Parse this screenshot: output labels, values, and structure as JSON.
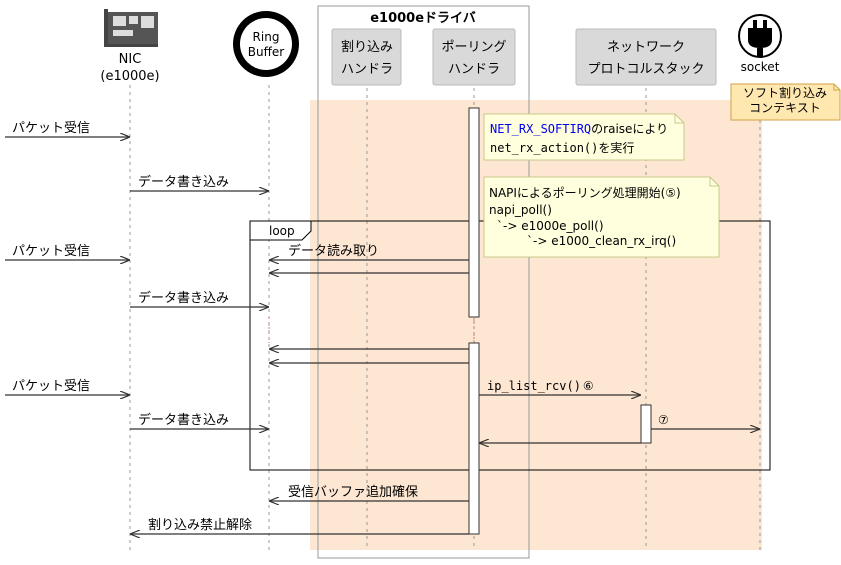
{
  "participants": {
    "nic_label": "NIC",
    "nic_sub": "(e1000e)",
    "ring_line1": "Ring",
    "ring_line2": "Buffer",
    "driver_box_title": "e1000eドライバ",
    "irq_line1": "割り込み",
    "irq_line2": "ハンドラ",
    "poll_line1": "ポーリング",
    "poll_line2": "ハンドラ",
    "net_line1": "ネットワーク",
    "net_line2": "プロトコルスタック",
    "socket_label": "socket"
  },
  "softirq_note": {
    "line1": "ソフト割り込み",
    "line2": "コンテキスト"
  },
  "loop_label": "loop",
  "messages": {
    "packet_recv_1": "パケット受信",
    "data_write_1": "データ書き込み",
    "packet_recv_2": "パケット受信",
    "data_read": "データ読み取り",
    "data_write_2": "データ書き込み",
    "packet_recv_3": "パケット受信",
    "ip_list_rcv": "ip_list_rcv()",
    "ip_list_num": "⑥",
    "num7": "⑦",
    "data_write_3": "データ書き込み",
    "recv_buffer_add": "受信バッファ追加確保",
    "irq_unmask": "割り込み禁止解除"
  },
  "note1": {
    "code1": "NET_RX_SOFTIRQ",
    "text1": "のraiseにより",
    "code2": "net_rx_action()",
    "text2": "を実行"
  },
  "note2": {
    "line1_green": "NAPIによるポーリング処理",
    "line1_rest": "開始(⑤)",
    "line2": "napi_poll()",
    "line3": "`-> e1000e_poll()",
    "line4_prefix": "`-> ",
    "line4_red": "e1000_clean_rx_irq()"
  },
  "colors": {
    "softirq_bg": "#fde6d2",
    "note_bg": "#ffffde",
    "note_border": "#c8c88a",
    "participant_bg": "#d9d9d9",
    "code_blue": "#0000ee",
    "green_text": "#1f7a1f",
    "red_text": "#e00000",
    "purple_text": "#800080"
  },
  "icons": [
    "nic-card-icon",
    "ring-buffer-icon",
    "socket-plug-icon"
  ]
}
